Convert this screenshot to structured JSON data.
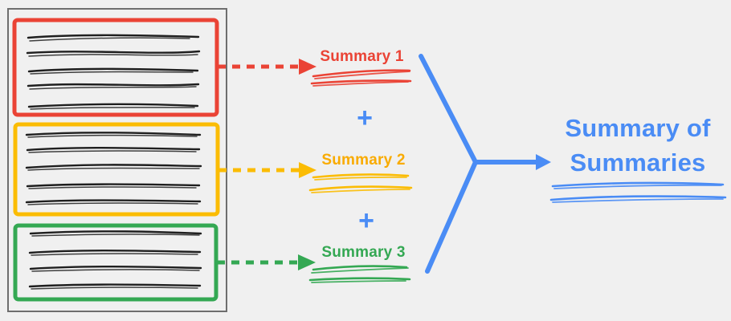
{
  "colors": {
    "background": "#F0F0F0",
    "document_border": "#6E6E6E",
    "ink": "#1F1F1F",
    "red": "#EA4335",
    "yellow": "#FBBC04",
    "yellow_text": "#F9AB00",
    "green": "#34A853",
    "blue": "#4A8CF5"
  },
  "document": {
    "sections": [
      {
        "name": "section-1",
        "color": "#EA4335",
        "text_lines": 5
      },
      {
        "name": "section-2",
        "color": "#FBBC04",
        "text_lines": 5
      },
      {
        "name": "section-3",
        "color": "#34A853",
        "text_lines": 4
      }
    ]
  },
  "summaries": [
    {
      "label": "Summary 1",
      "color": "#EA4335"
    },
    {
      "label": "Summary 2",
      "color": "#F9AB00"
    },
    {
      "label": "Summary 3",
      "color": "#34A853"
    }
  ],
  "operators": {
    "plus": "+"
  },
  "result": {
    "line1": "Summary of",
    "line2": "Summaries",
    "color": "#4A8CF5"
  }
}
